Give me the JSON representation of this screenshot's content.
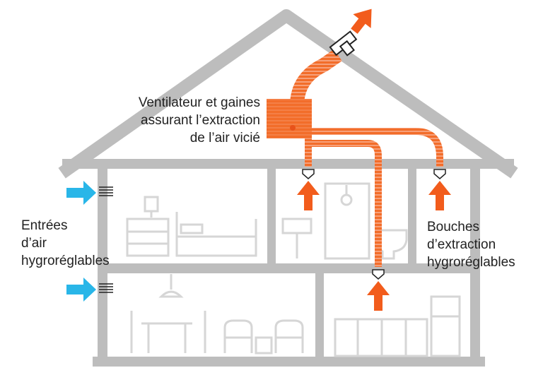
{
  "labels": {
    "fan": [
      "Ventilateur et gaines",
      "assurant l’extraction",
      "de l’air vicié"
    ],
    "inlets": [
      "Entrées",
      "d’air",
      "hygroréglables"
    ],
    "outlets": [
      "Bouches",
      "d’extraction",
      "hygroréglables"
    ]
  },
  "colors": {
    "house": "#bdbdbd",
    "furniture": "#d6d6d6",
    "duct": "#f26d2a",
    "duct_stripe": "#f7a07a",
    "extract_arrow": "#f25c1c",
    "inlet_arrow": "#29b6e8",
    "text": "#222222"
  },
  "icons": [
    "fresh-air-inlet-arrow-icon",
    "extraction-arrow-icon",
    "fan-box-icon",
    "roof-exhaust-arrow-icon"
  ]
}
